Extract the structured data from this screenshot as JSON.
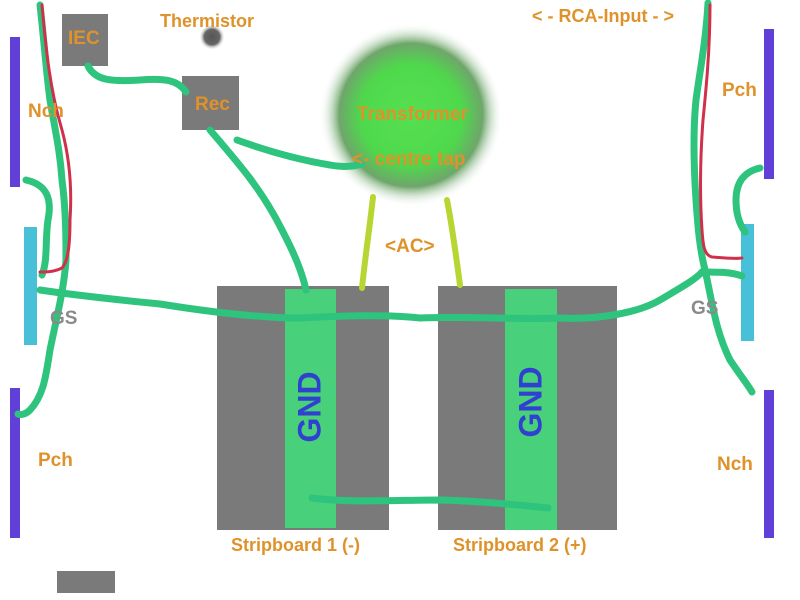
{
  "labels": {
    "iec": "IEC",
    "thermistor": "Thermistor",
    "rec": "Rec",
    "transformer": "Transformer",
    "centre_tap": "<- centre tap",
    "ac": "<AC>",
    "rca_input": "< - RCA-Input - >",
    "nch_left": "Nch",
    "pch_left": "Pch",
    "pch_right": "Pch",
    "nch_right": "Nch",
    "gs_left": "GS",
    "gs_right": "GS",
    "gnd_1": "GND",
    "gnd_2": "GND",
    "stripboard_1": "Stripboard 1 (-)",
    "stripboard_2": "Stripboard 2 (+)"
  },
  "colors": {
    "label_text": "#E0922A",
    "gs_text": "#8a8a8a",
    "gnd_text": "#3040D0",
    "box_fill": "#7a7a7a",
    "gnd_strip": "#48D07A",
    "wire_green": "#2EC47E",
    "wire_ac": "#B7D632",
    "wire_red": "#D0304A",
    "heatsink_mosfet": "#6040D8",
    "heatsink_gs": "#48C0D8",
    "transformer_core": "#55E050"
  }
}
